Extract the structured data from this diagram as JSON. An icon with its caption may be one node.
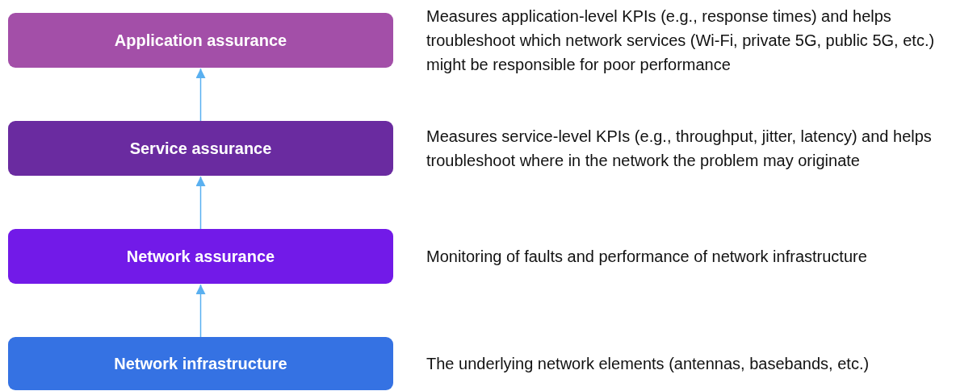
{
  "diagram": {
    "nodes": [
      {
        "text": [
          "Application assurance"
        ],
        "beside": [
          "Measures application-level KPIs (e.g., response times) and helps troubleshoot which network services (Wi-Fi, private 5G, public 5G, etc.) might be responsible for poor performance"
        ]
      },
      {
        "text": [
          "Service assurance"
        ],
        "beside": [
          "Measures service-level KPIs (e.g., throughput, jitter, latency) and helps troubleshoot where in the network the problem may originate"
        ]
      },
      {
        "text": [
          "Network assurance"
        ],
        "beside": [
          "Monitoring of faults and performance of network infrastructure"
        ]
      },
      {
        "text": [
          "Network infrastructure"
        ],
        "beside": [
          "The underlying network elements (antennas, basebands, etc.)"
        ]
      }
    ],
    "edges": [
      {
        "from": 3,
        "to": 2,
        "arrow": "to"
      },
      {
        "from": 2,
        "to": 1,
        "arrow": "to"
      },
      {
        "from": 1,
        "to": 0,
        "arrow": "to"
      }
    ]
  }
}
